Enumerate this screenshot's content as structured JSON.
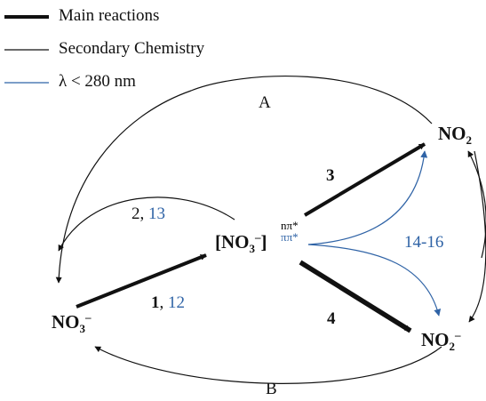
{
  "legend": {
    "main": "Main reactions",
    "secondary": "Secondary Chemistry",
    "uv": "λ < 280 nm"
  },
  "labels": {
    "arc_top": "A",
    "arc_bottom": "B"
  },
  "species": {
    "nitrate": {
      "base": "NO",
      "sub": "3",
      "sup": "–"
    },
    "excited": {
      "open": "[NO",
      "sub": "3",
      "charge": "–",
      "close": "]",
      "state_npi": "nπ*",
      "state_pipi": "ππ*"
    },
    "no2": {
      "base": "NO",
      "sub": "2"
    },
    "nitrite": {
      "base": "NO",
      "sub": "2",
      "sup": "–"
    }
  },
  "reactions": {
    "r1_main": "1",
    "r1_sep": ", ",
    "r1_uv": "12",
    "r2_main": "2, ",
    "r2_uv": "13",
    "r3": "3",
    "r4": "4",
    "r_uv_branch": "14-16"
  },
  "colors": {
    "black": "#111111",
    "blue": "#2f63a6"
  }
}
